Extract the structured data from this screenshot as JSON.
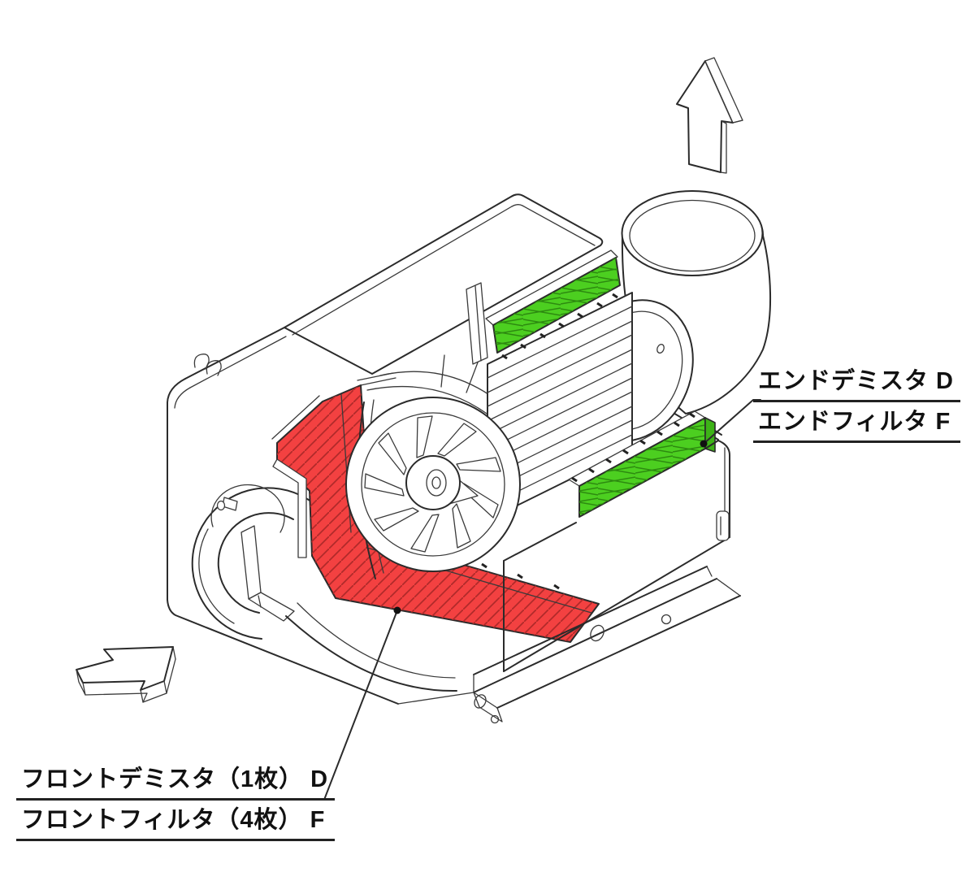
{
  "diagram": {
    "labels": {
      "end_demister": "エンドデミスタ D",
      "end_filter": "エンドフィルタ F",
      "front_demister": "フロントデミスタ（1枚） D",
      "front_filter": "フロントフィルタ（4枚） F"
    },
    "colors": {
      "front_filter_fill": "#f34141",
      "front_filter_hatch": "#b02a2a",
      "end_filter_fill": "#4ccf20",
      "end_filter_hatch": "#2d8a10",
      "end_filter_edge": "#3db317"
    },
    "icons": {
      "outlet_arrow": "up-arrow-3d",
      "inlet_arrow": "inlet-arrow-3d"
    }
  }
}
